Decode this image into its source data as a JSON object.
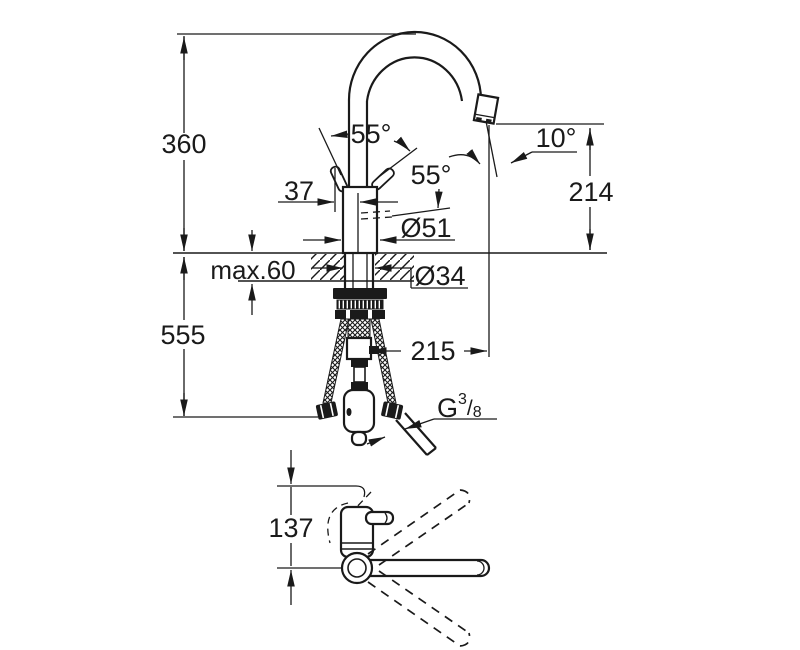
{
  "meta": {
    "type": "technical dimension drawing",
    "subject": "kitchen faucet, side view with installation parts and top view swivel range",
    "line_color": "#1a1a1a",
    "background_color": "#ffffff"
  },
  "labels": {
    "height_total": "360",
    "depth_below_counter": "555",
    "lever_offset": "37",
    "lever_angle": "55°",
    "lever_angle_open": "55°",
    "spout_tilt_angle": "10°",
    "outlet_height": "214",
    "base_diameter": "Ø51",
    "counter_thickness_max": "max.60",
    "hole_diameter": "Ø34",
    "hose_projection": "215",
    "thread_g": "G",
    "thread_numerator": "3",
    "thread_slash": "/",
    "thread_denominator": "8",
    "swivel_offset": "137"
  }
}
